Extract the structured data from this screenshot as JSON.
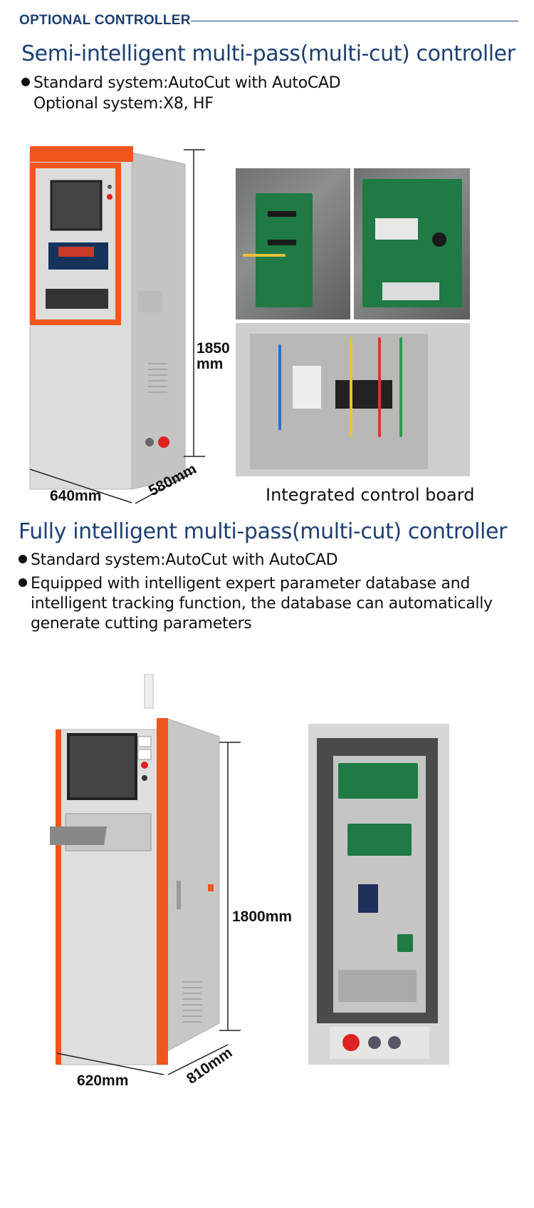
{
  "header": {
    "title": "OPTIONAL CONTROLLER"
  },
  "section1": {
    "title": "Semi-intelligent multi-pass(multi-cut) controller",
    "bullet_line1": "Standard system:AutoCut with AutoCAD",
    "bullet_line2": "Optional system:X8, HF",
    "height_label_1": "1850",
    "height_label_2": "mm",
    "width_label": "640mm",
    "depth_label": "580mm",
    "caption": "Integrated control board"
  },
  "section2": {
    "title": "Fully intelligent multi-pass(multi-cut) controller",
    "bullet1": "Standard system:AutoCut with AutoCAD",
    "bullet2_line1": "Equipped with intelligent expert parameter database and",
    "bullet2_line2": "intelligent tracking function, the database can automatically",
    "bullet2_line3": "generate cutting parameters",
    "height_label": "1800mm",
    "width_label": "620mm",
    "depth_label": "810mm"
  },
  "colors": {
    "accent_blue": "#1c3f73",
    "cabinet_orange": "#f0561c",
    "cabinet_grey": "#d9dad8"
  }
}
